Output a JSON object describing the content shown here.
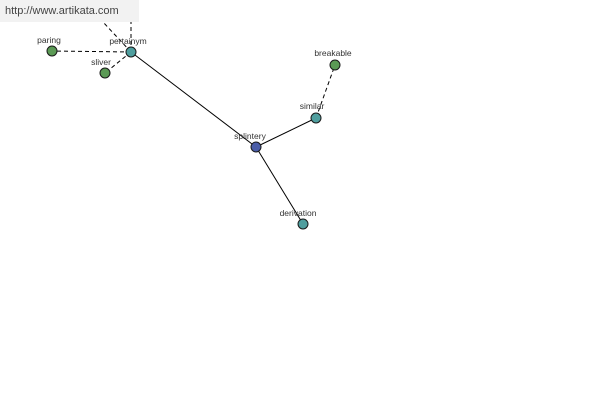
{
  "url": "http://www.artikata.com",
  "colors": {
    "center": "#4a5da8",
    "relation": "#4f9e9e",
    "word": "#5b9a55",
    "url_bg": "#f2f2f2"
  },
  "nodes": [
    {
      "id": "splintery",
      "label": "splintery",
      "kind": "center"
    },
    {
      "id": "pertainym",
      "label": "pertainym",
      "kind": "relation"
    },
    {
      "id": "similar",
      "label": "similar",
      "kind": "relation"
    },
    {
      "id": "derivation",
      "label": "derivation",
      "kind": "relation"
    },
    {
      "id": "paring",
      "label": "paring",
      "kind": "word"
    },
    {
      "id": "sliver",
      "label": "sliver",
      "kind": "word"
    },
    {
      "id": "breakable",
      "label": "breakable",
      "kind": "word"
    }
  ],
  "edges": [
    {
      "from": "splintery",
      "to": "pertainym",
      "style": "solid"
    },
    {
      "from": "splintery",
      "to": "similar",
      "style": "solid"
    },
    {
      "from": "splintery",
      "to": "derivation",
      "style": "solid"
    },
    {
      "from": "pertainym",
      "to": "paring",
      "style": "dashed"
    },
    {
      "from": "pertainym",
      "to": "sliver",
      "style": "dashed"
    },
    {
      "from": "pertainym",
      "to": "offscreen-a",
      "style": "dashed"
    },
    {
      "from": "pertainym",
      "to": "offscreen-b",
      "style": "dashed"
    },
    {
      "from": "similar",
      "to": "breakable",
      "style": "dashed"
    }
  ]
}
